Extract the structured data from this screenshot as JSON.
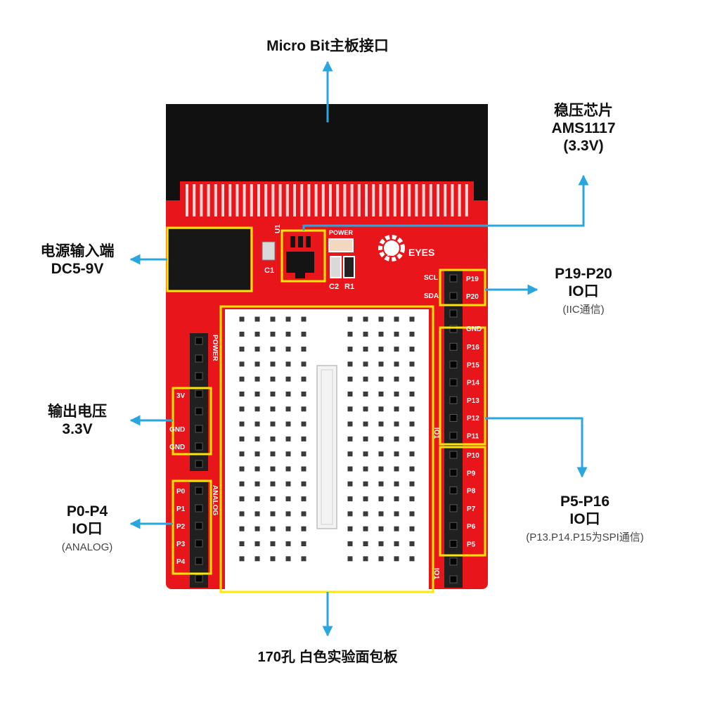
{
  "colors": {
    "board": "#e8151b",
    "highlight": "#ffe600",
    "arrow": "#2aa6df",
    "header": "#202020"
  },
  "callouts": {
    "top": {
      "line1": "Micro Bit主板接口"
    },
    "regulator": {
      "line1": "稳压芯片",
      "line2": "AMS1117",
      "line3": "(3.3V)"
    },
    "power_in": {
      "line1": "电源输入端",
      "line2": "DC5-9V"
    },
    "iic": {
      "line1": "P19-P20",
      "line2": "IO口",
      "sub": "(IIC通信)"
    },
    "output": {
      "line1": "输出电压",
      "line2": "3.3V"
    },
    "p5_p16": {
      "line1": "P5-P16",
      "line2": "IO口",
      "sub": "(P13.P14.P15为SPI通信)"
    },
    "p0_p4": {
      "line1": "P0-P4",
      "line2": "IO口",
      "sub": "(ANALOG)"
    },
    "bottom": {
      "line1": "170孔 白色实验面包板"
    }
  },
  "board": {
    "logo": "KEYES",
    "labels": {
      "u1": "U1",
      "power_led": "POWER",
      "c1": "C1",
      "c2": "C2",
      "r1": "R1",
      "scl": "SCL",
      "sda": "SDA",
      "power_header": "POWER",
      "analog_header": "ANALOG",
      "io_mid": "IO1",
      "io_bottom": "IO1"
    },
    "power_pins": [
      "3V",
      "GND",
      "GND"
    ],
    "analog_pins": [
      "P0",
      "P1",
      "P2",
      "P3",
      "P4"
    ],
    "iic_pins": [
      "P19",
      "P20"
    ],
    "right_pins_top": [
      "GND",
      "P16",
      "P15",
      "P14",
      "P13",
      "P12",
      "P11"
    ],
    "right_pins_bottom": [
      "P10",
      "P9",
      "P8",
      "P7",
      "P6",
      "P5"
    ]
  }
}
